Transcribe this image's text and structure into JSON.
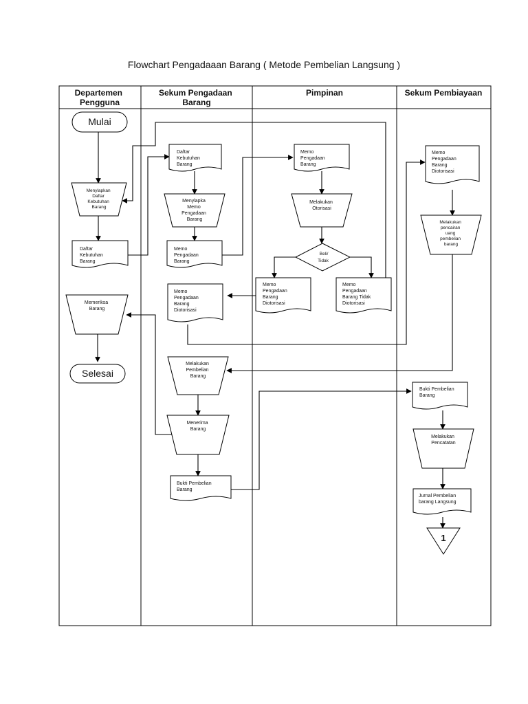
{
  "title": "Flowchart Pengadaaan Barang ( Metode Pembelian Langsung )",
  "lanes": [
    {
      "id": "dept",
      "label": [
        "Departemen",
        "Pengguna"
      ]
    },
    {
      "id": "sekum-pengadaan",
      "label": [
        "Sekum Pengadaan",
        "Barang"
      ]
    },
    {
      "id": "pimpinan",
      "label": [
        "Pimpinan"
      ]
    },
    {
      "id": "sekum-pembiayaan",
      "label": [
        "Sekum Pembiayaan"
      ]
    }
  ],
  "nodes": {
    "mulai": [
      "Mulai"
    ],
    "menyiapkan_daftar": [
      "Menylapkan",
      "Daftar",
      "Kebutuhan",
      "Barang"
    ],
    "daftar_dept": [
      "Daftar",
      "Kebutuhan",
      "Barang"
    ],
    "memeriksa": [
      "Memeriksa",
      "Barang"
    ],
    "selesai": [
      "Selesai"
    ],
    "daftar_sekum": [
      "Daftar",
      "Kebutuhan",
      "Barang"
    ],
    "menyiapkan_memo": [
      "Menylapka",
      "Memo",
      "Pengadaan",
      "Barang"
    ],
    "memo_sekum": [
      "Memo",
      "Pengadaan",
      "Barang"
    ],
    "memo_diotorisasi_sekum": [
      "Memo",
      "Pengadaan",
      "Barang",
      "Diotorisasi"
    ],
    "melakukan_pembelian": [
      "Melakukan",
      "Pembelian",
      "Barang"
    ],
    "menerima_barang": [
      "Menerima",
      "Barang"
    ],
    "bukti_sekum": [
      "Bukti Pembelian",
      "Barang"
    ],
    "memo_pimpinan": [
      "Memo",
      "Pengadaan",
      "Barang"
    ],
    "melakukan_otorisasi": [
      "Melakukan",
      "Otorisasi"
    ],
    "beli_tidak": [
      "Beli/",
      "Tidak"
    ],
    "memo_diotorisasi_pimpinan": [
      "Memo",
      "Pengadaan",
      "Barang",
      "Diotorisasi"
    ],
    "memo_tidak_diotorisasi": [
      "Memo",
      "Pengadaan",
      "Barang  Tidak",
      "Diotorisasi"
    ],
    "memo_diotorisasi_biaya": [
      "Memo",
      "Pengadaan",
      "Barang",
      "Diotorisasi"
    ],
    "melakukan_pencairan": [
      "Melakukan",
      "pencairan",
      "uang",
      "pembelian",
      "barang"
    ],
    "bukti_biaya": [
      "Bukti Pembelian",
      "Barang"
    ],
    "melakukan_pencatatan": [
      "Melakukan",
      "Pencatatan"
    ],
    "jurnal": [
      "Jurnal Pembelian",
      "barang Langsung"
    ],
    "connector": [
      "1"
    ]
  }
}
